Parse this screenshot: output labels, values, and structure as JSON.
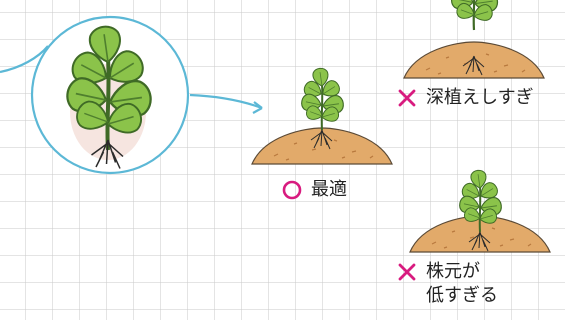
{
  "colors": {
    "accent_line": "#5cb8d6",
    "mark": "#d81b7f",
    "leaf": "#8bc34a",
    "leaf_dark": "#4f7f2e",
    "soil": "#e2aa6a",
    "soil_edge": "#6b5a45"
  },
  "icons": {
    "good": "circle-mark-icon",
    "bad": "cross-mark-icon",
    "seedling": "seedling-icon"
  },
  "labels": {
    "optimal": "最適",
    "too_deep": "深植えしすぎ",
    "too_low_line1": "株元が",
    "too_low_line2": "低すぎる"
  }
}
